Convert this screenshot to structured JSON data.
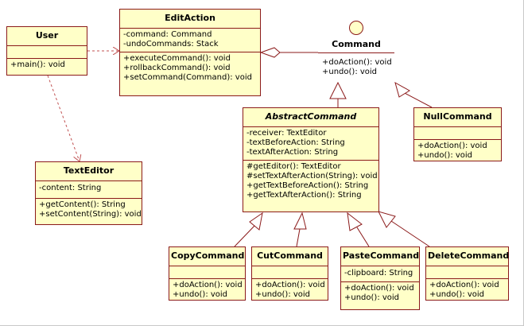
{
  "classes": {
    "user": {
      "name": "User",
      "methods": [
        "+main(): void"
      ]
    },
    "edit_action": {
      "name": "EditAction",
      "attributes": [
        "-command: Command",
        "-undoCommands: Stack"
      ],
      "methods": [
        "+executeCommand(): void",
        "+rollbackCommand(): void",
        "+setCommand(Command): void"
      ]
    },
    "command": {
      "name": "Command",
      "methods": [
        "+doAction(): void",
        "+undo(): void"
      ]
    },
    "text_editor": {
      "name": "TextEditor",
      "attributes": [
        "-content: String"
      ],
      "methods": [
        "+getContent(): String",
        "+setContent(String): void"
      ]
    },
    "abstract_command": {
      "name": "AbstractCommand",
      "attributes": [
        "-receiver: TextEditor",
        "-textBeforeAction: String",
        "-textAfterAction: String"
      ],
      "methods": [
        "#getEditor(): TextEditor",
        "#setTextAfterAction(String): void",
        "+getTextBeforeAction(): String",
        "+getTextAfterAction(): String"
      ]
    },
    "null_command": {
      "name": "NullCommand",
      "methods": [
        "+doAction(): void",
        "+undo(): void"
      ]
    },
    "copy_command": {
      "name": "CopyCommand",
      "methods": [
        "+doAction(): void",
        "+undo(): void"
      ]
    },
    "cut_command": {
      "name": "CutCommand",
      "methods": [
        "+doAction(): void",
        "+undo(): void"
      ]
    },
    "paste_command": {
      "name": "PasteCommand",
      "attributes": [
        "-clipboard: String"
      ],
      "methods": [
        "+doAction(): void",
        "+undo(): void"
      ]
    },
    "delete_command": {
      "name": "DeleteCommand",
      "methods": [
        "+doAction(): void",
        "+undo(): void"
      ]
    }
  },
  "colors": {
    "fill": "#ffffc8",
    "border": "#8b1a1a",
    "dependency": "#c05050"
  }
}
